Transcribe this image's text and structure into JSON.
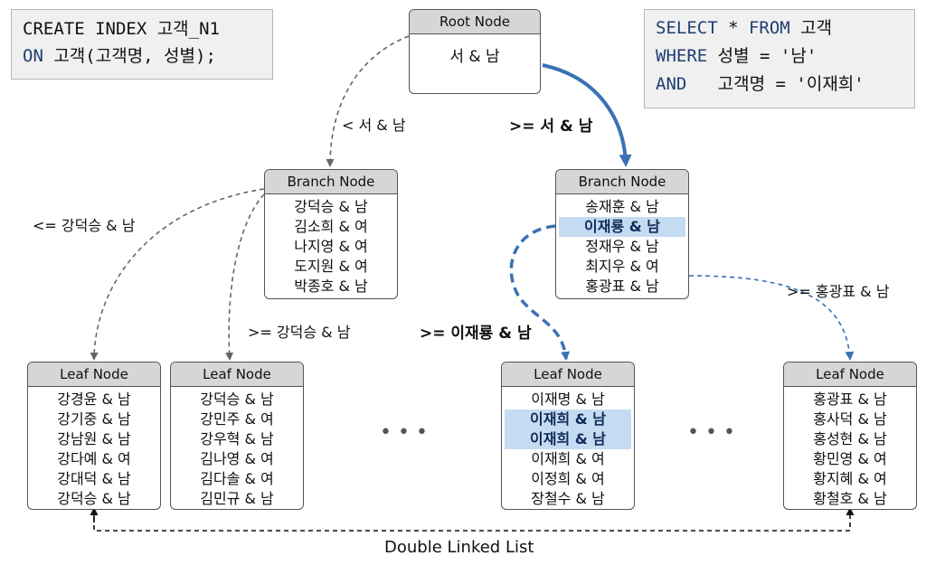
{
  "create_sql": {
    "line1": "CREATE INDEX 고객_N1",
    "kw2": "ON",
    "line2": " 고객(고객명, 성별);"
  },
  "select_sql": {
    "kw1": "SELECT",
    "line1": " * ",
    "kw1b": "FROM",
    "line1b": " 고객",
    "kw2": "WHERE",
    "line2": " 성별 = '남'",
    "kw3": "AND",
    "line3": "   고객명 = '이재희'"
  },
  "root": {
    "header": "Root Node",
    "rows": [
      "서 & 남"
    ]
  },
  "branch_left": {
    "header": "Branch Node",
    "rows": [
      "강덕승 & 남",
      "김소희 & 여",
      "나지영 & 여",
      "도지원 & 여",
      "박종호 & 남"
    ]
  },
  "branch_right": {
    "header": "Branch Node",
    "rows": [
      "송재훈 & 남",
      "이재룡 & 남",
      "정재우 & 남",
      "최지우 & 여",
      "홍광표 & 남"
    ],
    "highlight": [
      1
    ]
  },
  "leaf1": {
    "header": "Leaf Node",
    "rows": [
      "강경윤 & 남",
      "강기중 & 남",
      "강남원 & 남",
      "강다예 & 여",
      "강대덕 & 남",
      "강덕승 & 남"
    ]
  },
  "leaf2": {
    "header": "Leaf Node",
    "rows": [
      "강덕승 & 남",
      "강민주 & 여",
      "강우혁 & 남",
      "김나영 & 여",
      "김다솔 & 여",
      "김민규 & 남"
    ]
  },
  "leaf3": {
    "header": "Leaf Node",
    "rows": [
      "이재명 & 남",
      "이재희 & 남",
      "이재희 & 남",
      "이재희 & 여",
      "이정희 & 여",
      "장철수 & 남"
    ],
    "highlight": [
      1,
      2
    ]
  },
  "leaf4": {
    "header": "Leaf Node",
    "rows": [
      "홍광표 & 남",
      "홍사덕 & 남",
      "홍성현 & 남",
      "황민영 & 여",
      "황지혜 & 여",
      "황철호 & 남"
    ]
  },
  "labels": {
    "lt_root": "< 서 & 남",
    "ge_root": ">= 서 & 남",
    "le_branch": "<= 강덕승 & 남",
    "ge_branch": ">= 강덕승 & 남",
    "ge_jaeryong": ">= 이재룡 & 남",
    "ge_hong": ">= 홍광표 & 남",
    "linked_list": "Double Linked List"
  },
  "ellipsis": "• • •",
  "colors": {
    "accent": "#3a72b3",
    "highlight": "#c5dbf1",
    "dashed": "#666666"
  }
}
